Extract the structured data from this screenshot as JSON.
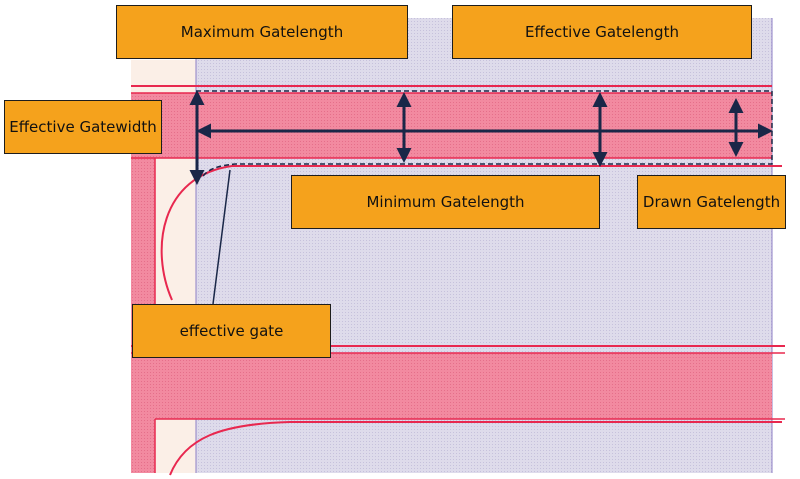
{
  "labels": {
    "maximum_gatelength": "Maximum Gatelength",
    "effective_gatelength": "Effective Gatelength",
    "effective_gatewidth": "Effective Gatewidth",
    "minimum_gatelength": "Minimum Gatelength",
    "drawn_gatelength": "Drawn Gatelength",
    "effective_gate": "effective gate"
  },
  "colors": {
    "label_fill": "#f5a21c",
    "poly_fill": "#f07f95",
    "poly_edge": "#e8284f",
    "arrow": "#1a2748",
    "active_area": "#d9d6ea",
    "background_tint": "#fbefe7"
  }
}
